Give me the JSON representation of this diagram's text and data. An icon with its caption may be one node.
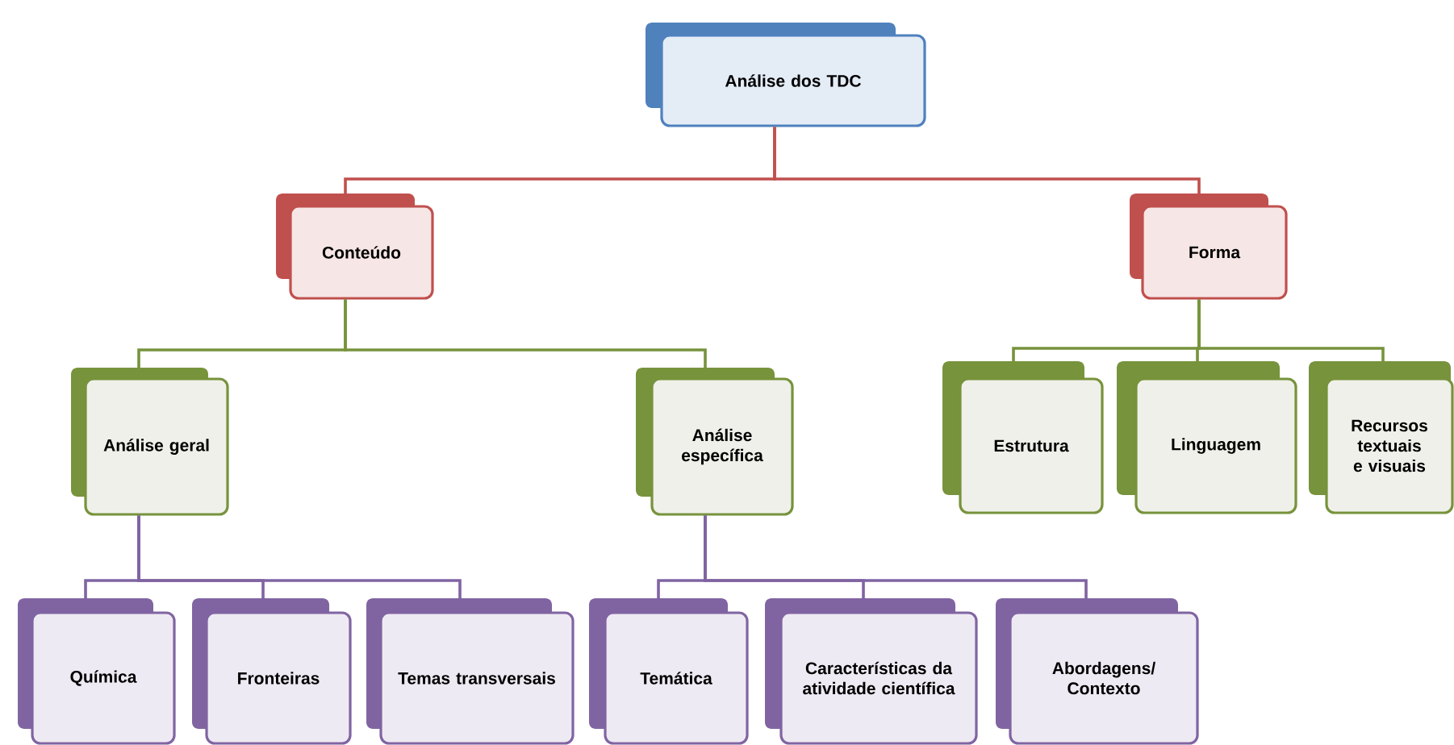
{
  "diagram": {
    "nodes": [
      {
        "text": [
          "Análise dos TDC"
        ]
      },
      {
        "text": [
          "Conteúdo"
        ]
      },
      {
        "text": [
          "Forma"
        ]
      },
      {
        "text": [
          "Análise geral"
        ]
      },
      {
        "text": [
          "Análise específica"
        ]
      },
      {
        "text": [
          "Estrutura"
        ]
      },
      {
        "text": [
          "Linguagem"
        ]
      },
      {
        "text": [
          "Recursos textuais e visuais"
        ]
      },
      {
        "text": [
          "Química"
        ]
      },
      {
        "text": [
          "Fronteiras"
        ]
      },
      {
        "text": [
          "Temas transversais"
        ]
      },
      {
        "text": [
          "Temática"
        ]
      },
      {
        "text": [
          "Características da atividade científica"
        ]
      },
      {
        "text": [
          "Abordagens/ Contexto"
        ]
      }
    ],
    "edges": [
      {
        "from": 0,
        "to": 1,
        "arrow": "none",
        "color": "#c0504d"
      },
      {
        "from": 0,
        "to": 2,
        "arrow": "none",
        "color": "#c0504d"
      },
      {
        "from": 1,
        "to": 3,
        "arrow": "none",
        "color": "#77933c"
      },
      {
        "from": 1,
        "to": 4,
        "arrow": "none",
        "color": "#77933c"
      },
      {
        "from": 2,
        "to": 5,
        "arrow": "none",
        "color": "#77933c"
      },
      {
        "from": 2,
        "to": 6,
        "arrow": "none",
        "color": "#77933c"
      },
      {
        "from": 2,
        "to": 7,
        "arrow": "none",
        "color": "#77933c"
      },
      {
        "from": 3,
        "to": 8,
        "arrow": "none"
      },
      {
        "from": 3,
        "to": 9,
        "arrow": "none"
      },
      {
        "from": 3,
        "to": 10,
        "arrow": "none"
      },
      {
        "from": 4,
        "to": 11,
        "arrow": "none"
      },
      {
        "from": 4,
        "to": 12,
        "arrow": "none"
      },
      {
        "from": 4,
        "to": 13,
        "arrow": "none"
      }
    ]
  }
}
